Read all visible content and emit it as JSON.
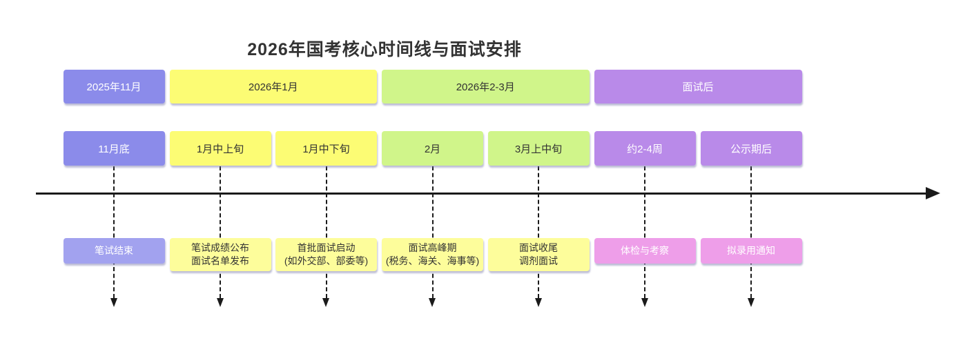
{
  "title": "2026年国考核心时间线与面试安排",
  "palette": {
    "periwinkle": "#8b8bea",
    "periwinkle_light": "#a2a2ef",
    "yellow": "#fcfc74",
    "yellow_light": "#fdfd9b",
    "green": "#d0f58a",
    "purple": "#b98ae9",
    "pink": "#ee9ee9",
    "text_dark": "#333333",
    "text_light": "#ffffff",
    "axis": "#1a1a1a"
  },
  "periods": [
    {
      "label": "2025年11月"
    },
    {
      "label": "2026年1月"
    },
    {
      "label": "2026年2-3月"
    },
    {
      "label": "面试后"
    }
  ],
  "milestones": [
    {
      "label": "11月底"
    },
    {
      "label": "1月中上旬"
    },
    {
      "label": "1月中下旬"
    },
    {
      "label": "2月"
    },
    {
      "label": "3月上中旬"
    },
    {
      "label": "约2-4周"
    },
    {
      "label": "公示期后"
    }
  ],
  "events": [
    {
      "label": "笔试结束"
    },
    {
      "label": "笔试成绩公布\n面试名单发布"
    },
    {
      "label": "首批面试启动\n(如外交部、部委等)"
    },
    {
      "label": "面试高峰期\n(税务、海关、海事等)"
    },
    {
      "label": "面试收尾\n调剂面试"
    },
    {
      "label": "体检与考察"
    },
    {
      "label": "拟录用通知"
    }
  ]
}
